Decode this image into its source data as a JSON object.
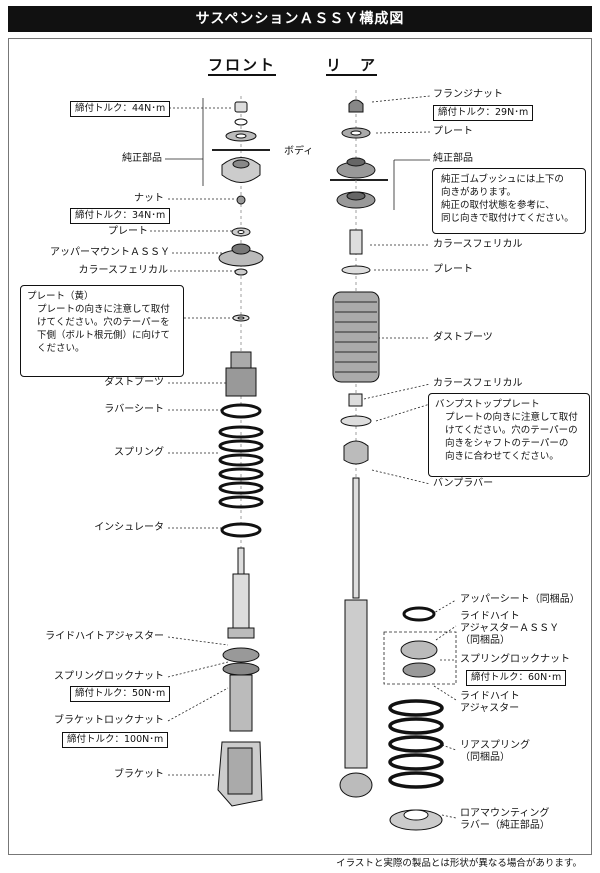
{
  "title": "サスペンションＡＳＳＹ構成図",
  "headers": {
    "front": "フロント",
    "rear": "リ　ア"
  },
  "front": {
    "torque_top": "締付トルク：44N･m",
    "genuine_parts": "純正部品",
    "nut": "ナット",
    "torque_nut": "締付トルク：34N･m",
    "plate": "プレート",
    "upper_mount": "アッパーマウントＡＳＳＹ",
    "collar": "カラースフェリカル",
    "note_title": "プレート（黄）",
    "note_body": "プレートの向きに注意して取付\nけてください。穴のテーパーを\n下側（ボルト根元側）に向けて\nください。",
    "dust_boot": "ダストブーツ",
    "rubber_seat": "ラバーシート",
    "spring": "スプリング",
    "insulator": "インシュレータ",
    "ride_height_adjuster": "ライドハイトアジャスター",
    "spring_lock_nut": "スプリングロックナット",
    "torque_spring": "締付トルク：50N･m",
    "bracket_lock_nut": "ブラケットロックナット",
    "torque_bracket": "締付トルク：100N･m",
    "bracket": "ブラケット"
  },
  "body_label": "ボディ",
  "rear": {
    "flange_nut": "フランジナット",
    "torque_flange": "締付トルク：29N･m",
    "plate": "プレート",
    "genuine_parts": "純正部品",
    "note1": "純正ゴムブッシュには上下の\n向きがあります。\n純正の取付状態を参考に、\n同じ向きで取付けてください。",
    "collar": "カラースフェリカル",
    "plate2": "プレート",
    "dust_boot": "ダストブーツ",
    "collar2": "カラースフェリカル",
    "bump_plate": "バンプストッププレート",
    "note2": "プレートの向きに注意して取付\nけてください。穴のテーパーの\n向きをシャフトのテーパーの\n向きに合わせてください。",
    "bump_rubber": "バンプラバー",
    "upper_seat": "アッパーシート（同梱品）",
    "ride_height_assy": "ライドハイト\nアジャスターＡＳＳＹ\n（同梱品）",
    "spring_lock_nut": "スプリングロックナット",
    "torque_spring": "締付トルク：60N･m",
    "ride_height_adjuster": "ライドハイト\nアジャスター",
    "rear_spring": "リアスプリング\n（同梱品）",
    "lower_mount": "ロアマウンティング\nラバー（純正部品）"
  },
  "footer": "イラストと実際の製品とは形状が異なる場合があります。"
}
